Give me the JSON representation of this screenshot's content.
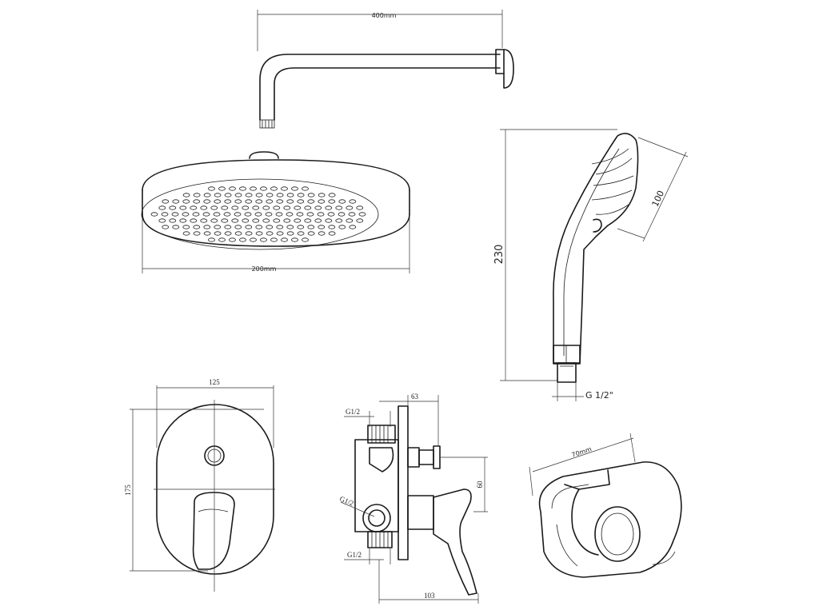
{
  "dimensions": {
    "arm_length": "400mm",
    "head_diameter": "200mm",
    "handshower_length": "230",
    "handshower_head_width": "100",
    "handshower_thread": "G 1/2\"",
    "plate_width": "125",
    "plate_height": "175",
    "valve_depth": "63",
    "valve_inlet_top": "G1/2",
    "valve_inlet_mid": "G1/2",
    "valve_inlet_bottom": "G1/2",
    "valve_height": "60",
    "valve_total_depth": "103",
    "holder_width": "70mm"
  }
}
